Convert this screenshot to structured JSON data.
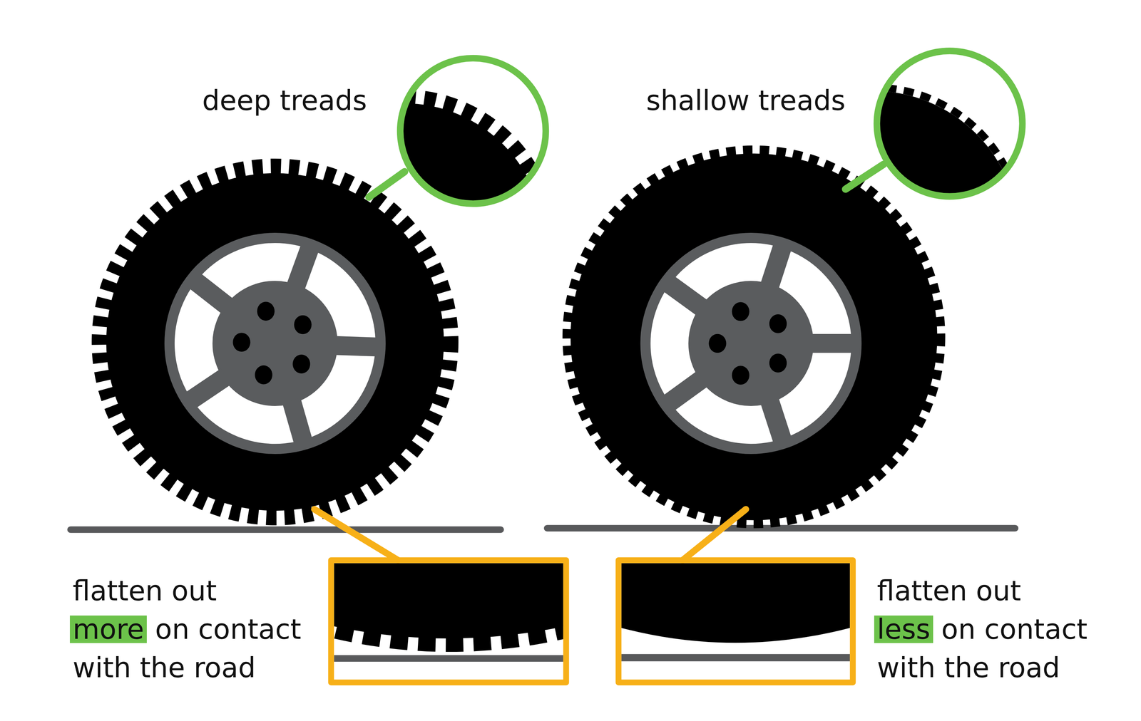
{
  "diagram": {
    "labels": [
      "deep treads",
      "shallow treads",
      "flatten out",
      "more",
      "on contact",
      "with the road",
      "flatten out",
      "less",
      "on contact",
      "with the road"
    ]
  }
}
